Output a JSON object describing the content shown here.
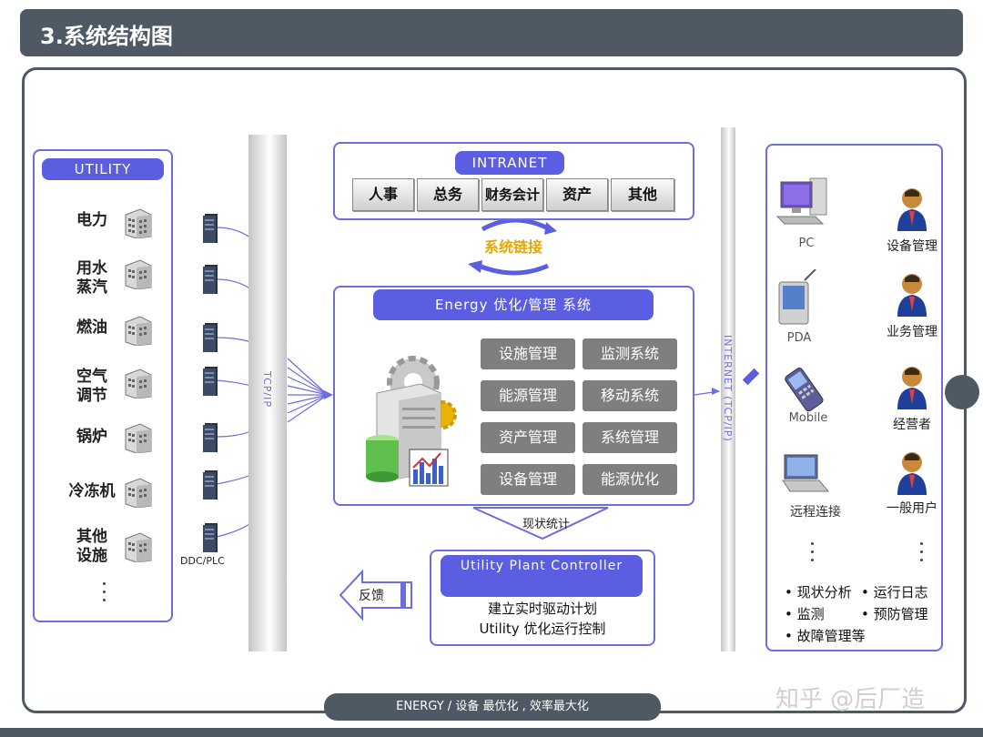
{
  "page_title": "3.系统结构图",
  "footer": "ENERGY / 设备 最优化 , 效率最大化",
  "utility": {
    "title": "UTILITY",
    "items": [
      "电力",
      "用水\n蒸汽",
      "燃油",
      "空气\n调节",
      "锅炉",
      "冷冻机",
      "其他\n设施"
    ],
    "plc_label": "DDC/PLC"
  },
  "network": {
    "left_pipe_label": "TCP/IP",
    "right_pipe_label": "INTERNET (TCP/IP)"
  },
  "intranet": {
    "title": "INTRANET",
    "modules": [
      "人事",
      "总务",
      "财务会计",
      "资产",
      "其他"
    ]
  },
  "link_label": "系统链接",
  "energy": {
    "title": "Energy 优化/管理 系统",
    "functions": [
      "设施管理",
      "监测系统",
      "能源管理",
      "移动系统",
      "资产管理",
      "系统管理",
      "设备管理",
      "能源优化"
    ]
  },
  "status_label": "现状统计",
  "controller": {
    "title": "Utility Plant Controller",
    "lines": [
      "建立实时驱动计划",
      "Utility 优化运行控制"
    ]
  },
  "feedback_label": "反馈",
  "clients": {
    "devices": [
      "PC",
      "PDA",
      "Mobile",
      "远程连接"
    ],
    "users": [
      "设备管理",
      "业务管理",
      "经营者",
      "一般用户"
    ],
    "features": [
      "• 现状分析",
      "• 运行日志",
      "• 监测",
      "• 预防管理",
      "• 故障管理等"
    ]
  },
  "watermark": "知乎 @后厂造"
}
